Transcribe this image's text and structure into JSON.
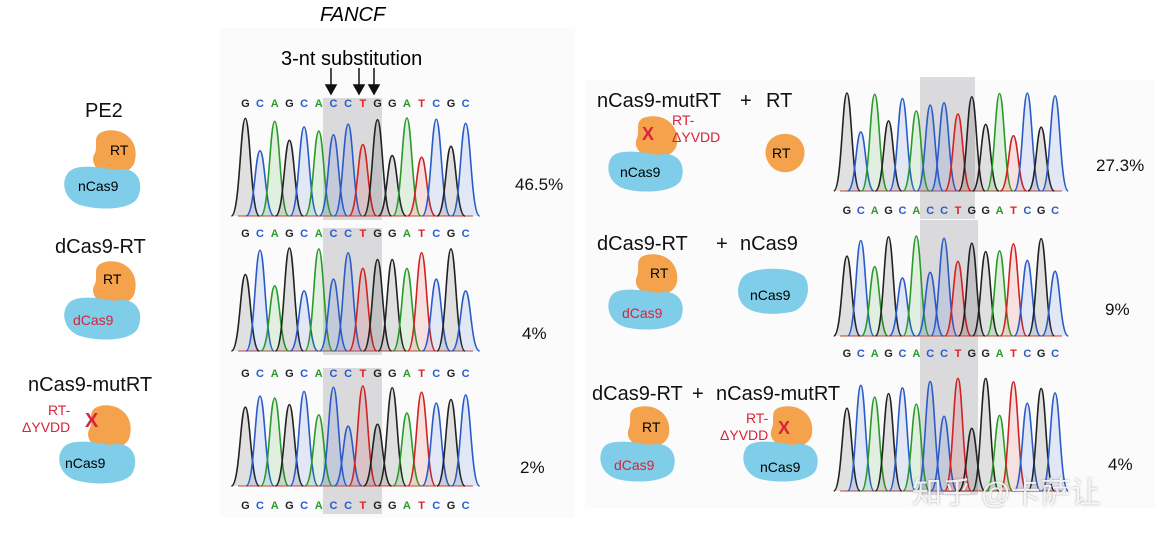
{
  "header": {
    "gene": "FANCF",
    "subtitle": "3-nt substitution"
  },
  "sequence": [
    "G",
    "C",
    "A",
    "G",
    "C",
    "A",
    "C",
    "C",
    "T",
    "G",
    "G",
    "A",
    "T",
    "C",
    "G",
    "C"
  ],
  "colors": {
    "A": "#2a9a2a",
    "C": "#2a5cc8",
    "G": "#222222",
    "T": "#d22222",
    "rt": "#f4a24c",
    "cas": "#7fcde8",
    "label_red": "#d8233a",
    "shade": "#cfcfd3"
  },
  "left": [
    {
      "title": "PE2",
      "rt_label": "RT",
      "cas_label": "nCas9",
      "percent": "46.5%"
    },
    {
      "title": "dCas9-RT",
      "rt_label": "RT",
      "cas_label": "dCas9",
      "percent": "4%"
    },
    {
      "title": "nCas9-mutRT",
      "rt_label": "RT-\nΔYVDD",
      "cas_label": "nCas9",
      "percent": "2%",
      "mark": "X"
    }
  ],
  "right": [
    {
      "title_a": "nCas9-mutRT",
      "plus": "+",
      "title_b": "RT",
      "a_rt_label": "RT-\nΔYVDD",
      "a_cas_label": "nCas9",
      "b_label": "RT",
      "percent": "27.3%",
      "mark": "X"
    },
    {
      "title_a": "dCas9-RT",
      "plus": "+",
      "title_b": "nCas9",
      "a_rt_label": "RT",
      "a_cas_label": "dCas9",
      "b_label": "nCas9",
      "percent": "9%"
    },
    {
      "title_a": "dCas9-RT",
      "plus": "+",
      "title_b": "nCas9-mutRT",
      "a_rt_label": "RT",
      "a_cas_label": "dCas9",
      "b_rt_label": "RT-\nΔYVDD",
      "b_cas_label": "nCas9",
      "percent": "4%",
      "mark": "X"
    }
  ],
  "watermark": "知乎 @卡萨让"
}
